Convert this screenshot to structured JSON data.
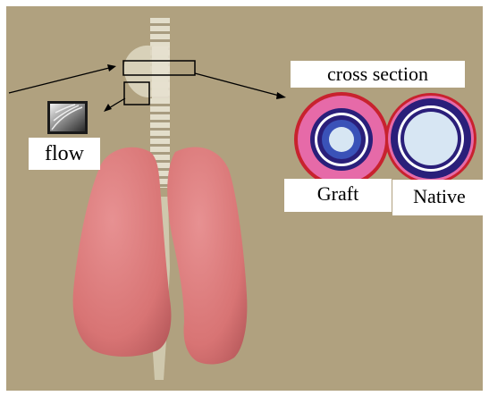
{
  "labels": {
    "cross_section": "cross section",
    "flow": "flow",
    "graft": "Graft",
    "native": "Native"
  },
  "colors": {
    "background": "#b0a17f",
    "lung": "#d97777",
    "trachea": "#ddd8c2",
    "vessel_outer_red": "#c8222e",
    "graft_pink": "#e66aa8",
    "vessel_navy": "#2a1f7a",
    "vessel_blue": "#3a52b8",
    "vessel_light": "#d7e6f3"
  }
}
